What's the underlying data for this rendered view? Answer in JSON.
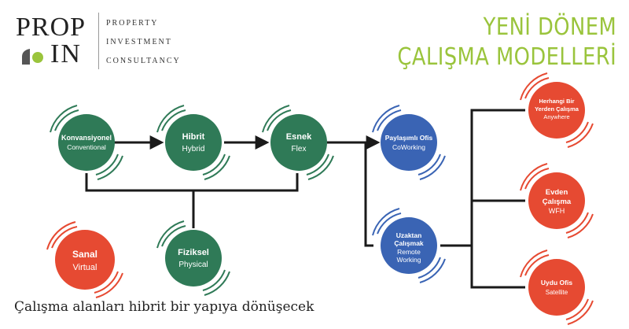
{
  "logo": {
    "brand_top": "PROP",
    "brand_bottom": "IN",
    "line1": "PROPERTY",
    "line2": "INVESTMENT",
    "line3": "CONSULTANCY",
    "mark_icon": "house-roof-icon",
    "mark_color": "#9ac43c"
  },
  "headline": {
    "line1": "YENİ DÖNEM",
    "line2": "ÇALIŞMA MODELLERİ",
    "color": "#9ac43c"
  },
  "caption": "Çalışma alanları hibrit bir yapıya dönüşecek",
  "colors": {
    "green": "#2f7a57",
    "blue": "#3a64b4",
    "red": "#e64a32",
    "connector": "#1a1a1a"
  },
  "nodes": {
    "konvansiyonel": {
      "title": "Konvansiyonel",
      "subtitle": "Conventional"
    },
    "hibrit": {
      "title": "Hibrit",
      "subtitle": "Hybrid"
    },
    "esnek": {
      "title": "Esnek",
      "subtitle": "Flex"
    },
    "fiziksel": {
      "title": "Fiziksel",
      "subtitle": "Physical"
    },
    "sanal": {
      "title": "Sanal",
      "subtitle": "Virtual"
    },
    "paylasimli": {
      "title": "Paylaşımlı Ofis",
      "subtitle": "CoWorking"
    },
    "uzaktan": {
      "title1": "Uzaktan",
      "title2": "Çalışmak",
      "subtitle1": "Remote",
      "subtitle2": "Working"
    },
    "herhangi": {
      "title1": "Herhangi Bir",
      "title2": "Yerden Çalışma",
      "subtitle": "Anywhere"
    },
    "evden": {
      "title1": "Evden",
      "title2": "Çalışma",
      "subtitle": "WFH"
    },
    "uydu": {
      "title": "Uydu Ofis",
      "subtitle": "Satellite"
    }
  }
}
